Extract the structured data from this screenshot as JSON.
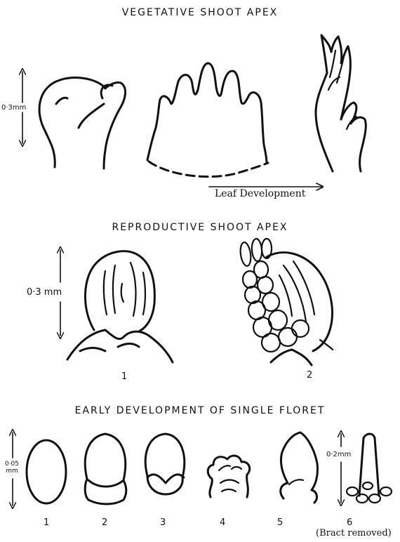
{
  "headings": {
    "vegetative": "VEGETATIVE  SHOOT  APEX",
    "reproductive": "REPRODUCTIVE  SHOOT  APEX",
    "floret": "EARLY  DEVELOPMENT  OF  SINGLE  FLORET"
  },
  "labels": {
    "veg_scale": "0·3mm",
    "leaf_development": "Leaf   Development",
    "rep_scale": "0·3 mm",
    "rep_stage_1": "1",
    "rep_stage_2": "2",
    "floret_scale_small": "0·05 mm",
    "floret_scale_large": "0·2mm",
    "floret_stages": [
      "1",
      "2",
      "3",
      "4",
      "5",
      "6"
    ],
    "bract_note": "(Bract removed)"
  }
}
